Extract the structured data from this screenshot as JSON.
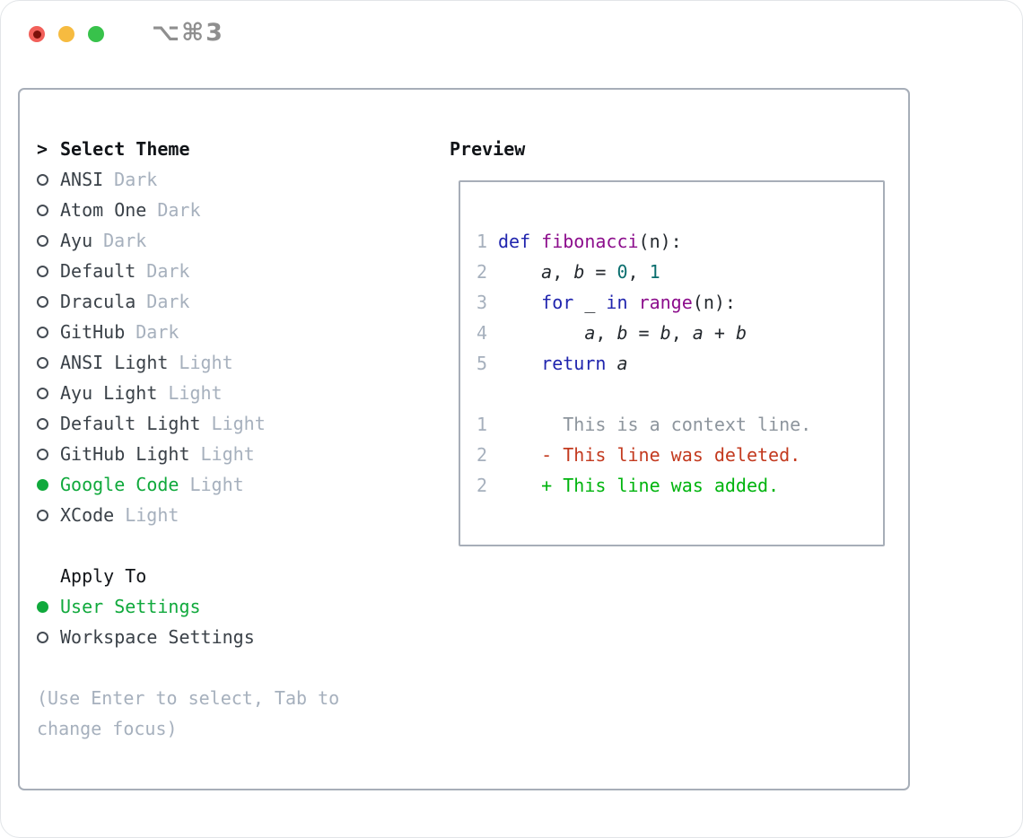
{
  "window": {
    "title": "⌥⌘3",
    "traffic_lights": [
      "close",
      "minimize",
      "zoom"
    ]
  },
  "theme_panel": {
    "prompt": ">",
    "heading": "Select Theme",
    "items": [
      {
        "label": "ANSI",
        "variant": "Dark",
        "selected": false
      },
      {
        "label": "Atom One",
        "variant": "Dark",
        "selected": false
      },
      {
        "label": "Ayu",
        "variant": "Dark",
        "selected": false
      },
      {
        "label": "Default",
        "variant": "Dark",
        "selected": false
      },
      {
        "label": "Dracula",
        "variant": "Dark",
        "selected": false
      },
      {
        "label": "GitHub",
        "variant": "Dark",
        "selected": false
      },
      {
        "label": "ANSI Light",
        "variant": "Light",
        "selected": false
      },
      {
        "label": "Ayu Light",
        "variant": "Light",
        "selected": false
      },
      {
        "label": "Default Light",
        "variant": "Light",
        "selected": false
      },
      {
        "label": "GitHub Light",
        "variant": "Light",
        "selected": false
      },
      {
        "label": "Google Code",
        "variant": "Light",
        "selected": true
      },
      {
        "label": "XCode",
        "variant": "Light",
        "selected": false
      }
    ]
  },
  "apply_to": {
    "heading": "Apply To",
    "items": [
      {
        "label": "User Settings",
        "selected": true
      },
      {
        "label": "Workspace Settings",
        "selected": false
      }
    ]
  },
  "hint": "(Use Enter to select, Tab to change focus)",
  "preview": {
    "heading": "Preview",
    "lines": [
      {
        "kind": "code",
        "num": "1",
        "tokens": [
          {
            "t": "def",
            "c": "kw"
          },
          {
            "t": " ",
            "c": "pl"
          },
          {
            "t": "fibonacci",
            "c": "fn"
          },
          {
            "t": "(n):",
            "c": "pl"
          }
        ]
      },
      {
        "kind": "code",
        "num": "2",
        "tokens": [
          {
            "t": "    ",
            "c": "pl"
          },
          {
            "t": "a",
            "c": "var"
          },
          {
            "t": ", ",
            "c": "pl"
          },
          {
            "t": "b",
            "c": "var"
          },
          {
            "t": " = ",
            "c": "pl"
          },
          {
            "t": "0",
            "c": "num"
          },
          {
            "t": ", ",
            "c": "pl"
          },
          {
            "t": "1",
            "c": "num"
          }
        ]
      },
      {
        "kind": "code",
        "num": "3",
        "tokens": [
          {
            "t": "    ",
            "c": "pl"
          },
          {
            "t": "for",
            "c": "kw"
          },
          {
            "t": " _ ",
            "c": "pl"
          },
          {
            "t": "in",
            "c": "kw"
          },
          {
            "t": " ",
            "c": "pl"
          },
          {
            "t": "range",
            "c": "fn"
          },
          {
            "t": "(n):",
            "c": "pl"
          }
        ]
      },
      {
        "kind": "code",
        "num": "4",
        "tokens": [
          {
            "t": "        ",
            "c": "pl"
          },
          {
            "t": "a",
            "c": "var"
          },
          {
            "t": ", ",
            "c": "pl"
          },
          {
            "t": "b",
            "c": "var"
          },
          {
            "t": " = ",
            "c": "pl"
          },
          {
            "t": "b",
            "c": "var"
          },
          {
            "t": ", ",
            "c": "pl"
          },
          {
            "t": "a",
            "c": "var"
          },
          {
            "t": " + ",
            "c": "pl"
          },
          {
            "t": "b",
            "c": "var"
          }
        ]
      },
      {
        "kind": "code",
        "num": "5",
        "tokens": [
          {
            "t": "    ",
            "c": "pl"
          },
          {
            "t": "return",
            "c": "kw"
          },
          {
            "t": " ",
            "c": "pl"
          },
          {
            "t": "a",
            "c": "var"
          }
        ]
      },
      {
        "kind": "blank",
        "num": "",
        "tokens": []
      },
      {
        "kind": "context",
        "num": "1",
        "tokens": [
          {
            "t": "      This is a context line.",
            "c": "ctx"
          }
        ]
      },
      {
        "kind": "deleted",
        "num": "2",
        "tokens": [
          {
            "t": "    ",
            "c": "pl"
          },
          {
            "t": "- This line was deleted.",
            "c": "del"
          }
        ]
      },
      {
        "kind": "added",
        "num": "2",
        "tokens": [
          {
            "t": "    ",
            "c": "pl"
          },
          {
            "t": "+ This line was added.",
            "c": "add"
          }
        ]
      }
    ]
  },
  "colors": {
    "ui_selected_green": "#10a93c",
    "keyword_blue": "#2025ae",
    "function_purple": "#8c0d8c",
    "number_teal": "#0a6e6e",
    "diff_deleted_red": "#c33a1f",
    "diff_added_green": "#00b40e",
    "muted_gray": "#a6b0bd",
    "context_gray": "#8d959d",
    "text_dark": "#3a4148",
    "heading_black": "#111418",
    "code_text": "#24292e",
    "panel_border": "#a7aeb8",
    "title_gray": "#8f8f8f",
    "traffic_close": "#f2605a",
    "traffic_close_dot": "#7c1009",
    "traffic_minimize": "#f6bb40",
    "traffic_zoom": "#38c24b"
  }
}
